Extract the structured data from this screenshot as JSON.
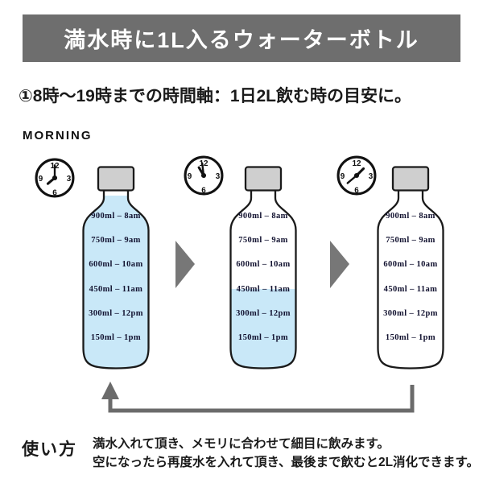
{
  "header": {
    "title": "満水時に1L入るウォーターボトル"
  },
  "subtitle": "①8時〜19時までの時間軸：1日2L飲む時の目安に。",
  "section_label": "MORNING",
  "clock_numbers": [
    "12",
    "3",
    "6",
    "9"
  ],
  "clocks": [
    {
      "depicted_time": "8am"
    },
    {
      "depicted_time": "11am"
    },
    {
      "depicted_time": "1pm"
    }
  ],
  "scale": [
    "900ml – 8am",
    "750ml – 9am",
    "600ml – 10am",
    "450ml – 11am",
    "300ml – 12pm",
    "150ml – 1pm"
  ],
  "bottles": [
    {
      "state": "full"
    },
    {
      "state": "filled-to-450ml"
    },
    {
      "state": "empty"
    }
  ],
  "usage": {
    "label": "使い方",
    "line1": "満水入れて頂き、メモリに合わせて細目に飲みます。",
    "line2": "空になったら再度水を入れて頂き、最後まで飲むと2L消化できます。"
  },
  "colors": {
    "header_bg": "#6e6e6e",
    "water_blue": "#c9e8f8",
    "cap_gray": "#cfcfcf",
    "arrow_gray": "#777777",
    "return_arrow_gray": "#6b6b6b",
    "outline": "#1a1a1a"
  }
}
